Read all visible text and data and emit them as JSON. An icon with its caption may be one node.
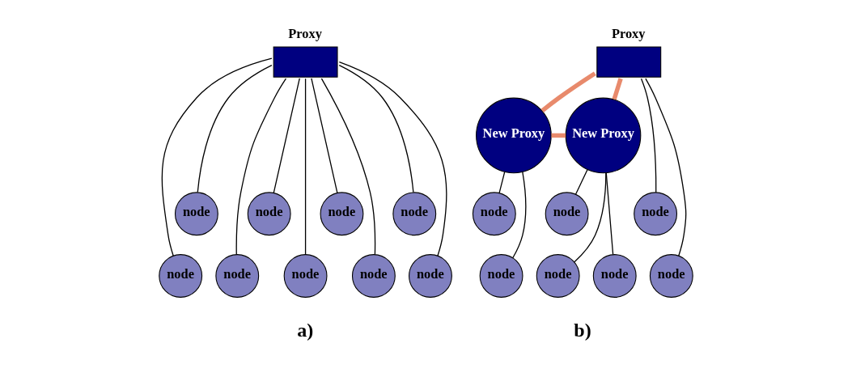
{
  "diagram": {
    "nodes": [
      {
        "text": [
          "Proxy"
        ]
      },
      {
        "text": [
          "node"
        ]
      },
      {
        "text": [
          "node"
        ]
      },
      {
        "text": [
          "node"
        ]
      },
      {
        "text": [
          "node"
        ]
      },
      {
        "text": [
          "node"
        ]
      },
      {
        "text": [
          "node"
        ]
      },
      {
        "text": [
          "node"
        ]
      },
      {
        "text": [
          "node"
        ]
      },
      {
        "text": [
          "node"
        ]
      },
      {
        "text": [
          "Proxy"
        ]
      },
      {
        "text": [
          "New Proxy"
        ]
      },
      {
        "text": [
          "New Proxy"
        ]
      },
      {
        "text": [
          "node"
        ]
      },
      {
        "text": [
          "node"
        ]
      },
      {
        "text": [
          "node"
        ]
      },
      {
        "text": [
          "node"
        ]
      },
      {
        "text": [
          "node"
        ]
      },
      {
        "text": [
          "node"
        ]
      },
      {
        "text": [
          "node"
        ]
      }
    ],
    "edges": [
      {
        "from": 0,
        "to": 1,
        "arrow": "none"
      },
      {
        "from": 0,
        "to": 2,
        "arrow": "none"
      },
      {
        "from": 0,
        "to": 3,
        "arrow": "none"
      },
      {
        "from": 0,
        "to": 4,
        "arrow": "none"
      },
      {
        "from": 0,
        "to": 5,
        "arrow": "none"
      },
      {
        "from": 0,
        "to": 6,
        "arrow": "none"
      },
      {
        "from": 0,
        "to": 7,
        "arrow": "none"
      },
      {
        "from": 0,
        "to": 8,
        "arrow": "none"
      },
      {
        "from": 0,
        "to": 9,
        "arrow": "none"
      },
      {
        "from": 10,
        "to": 11,
        "arrow": "none",
        "style": "thick",
        "color": "#e88a6c"
      },
      {
        "from": 10,
        "to": 12,
        "arrow": "none",
        "style": "thick",
        "color": "#e88a6c"
      },
      {
        "from": 11,
        "to": 12,
        "arrow": "none",
        "style": "thick",
        "color": "#e88a6c"
      },
      {
        "from": 10,
        "to": 15,
        "arrow": "none"
      },
      {
        "from": 10,
        "to": 16,
        "arrow": "none"
      },
      {
        "from": 11,
        "to": 13,
        "arrow": "none"
      },
      {
        "from": 11,
        "to": 14,
        "arrow": "none"
      },
      {
        "from": 12,
        "to": 17,
        "arrow": "none"
      },
      {
        "from": 12,
        "to": 18,
        "arrow": "none"
      },
      {
        "from": 12,
        "to": 19,
        "arrow": "none"
      }
    ],
    "labels": [
      "a)",
      "b)"
    ]
  }
}
